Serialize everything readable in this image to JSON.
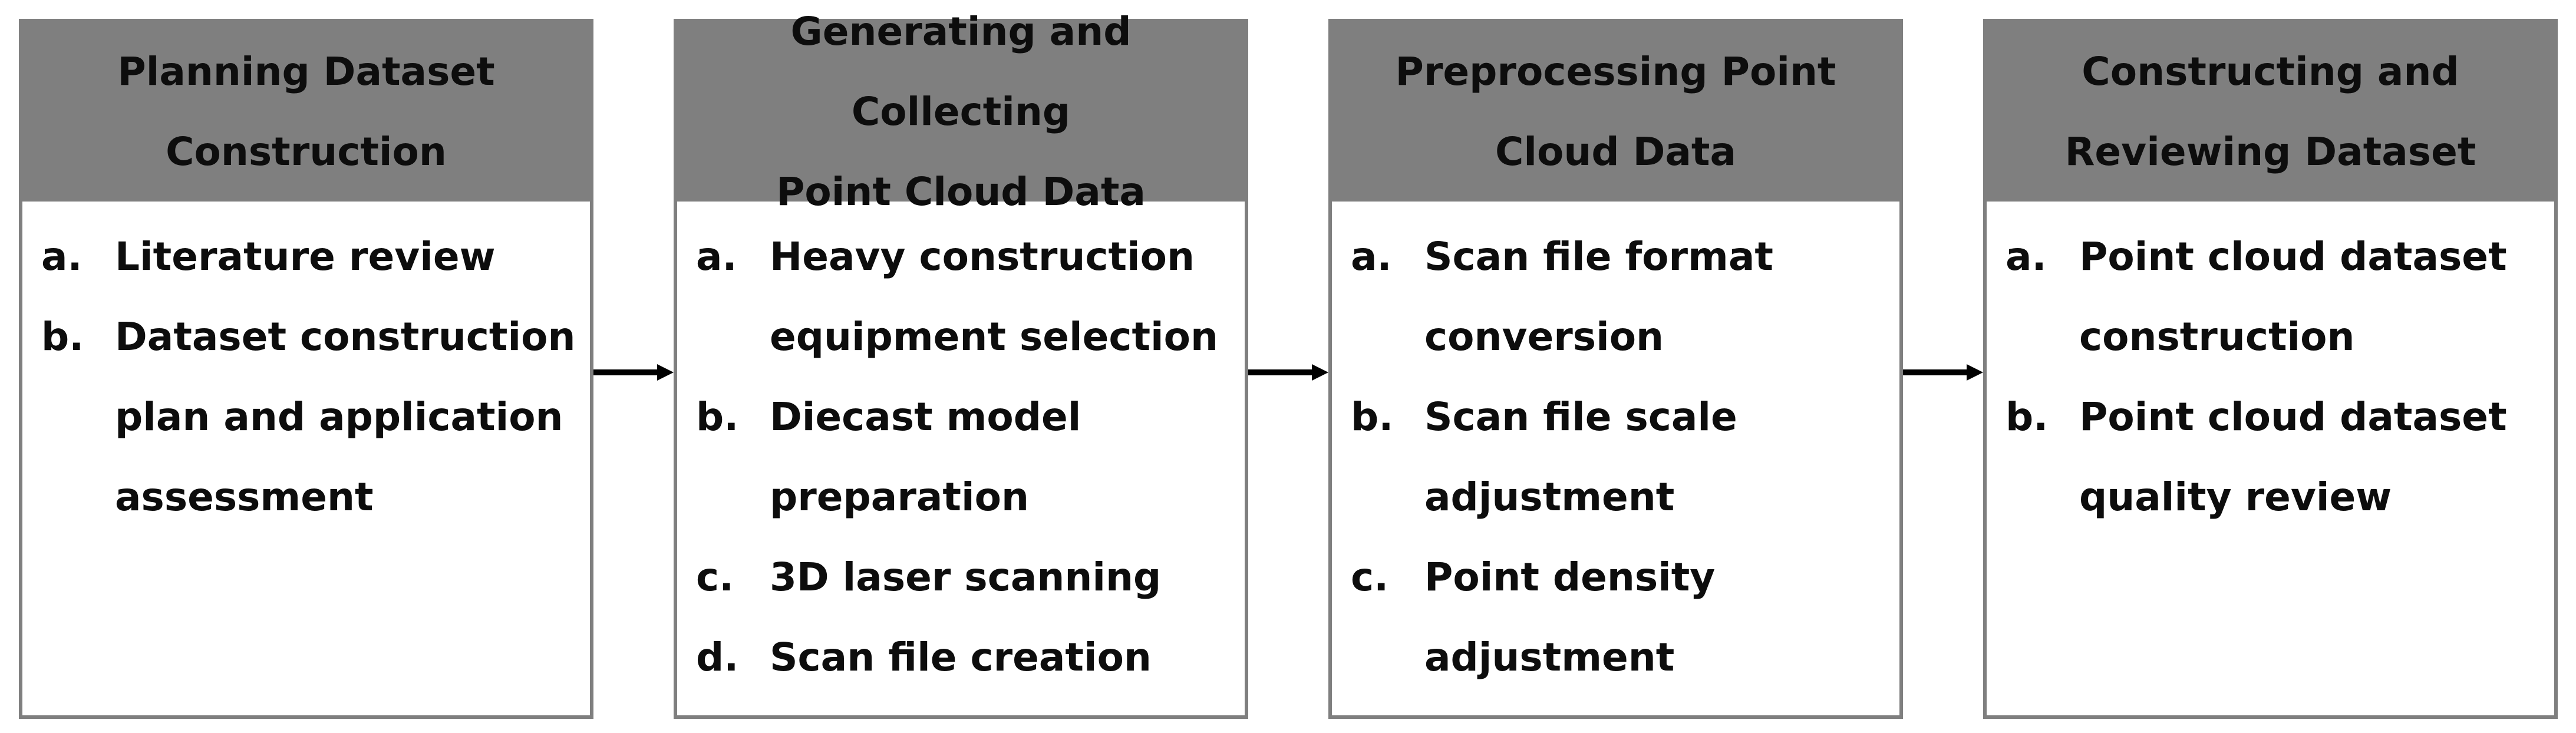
{
  "stages": [
    {
      "title": "Planning Dataset\nConstruction",
      "items": [
        {
          "marker": "a.",
          "text": "Literature review"
        },
        {
          "marker": "b.",
          "text": "Dataset construction\nplan and application\nassessment"
        }
      ]
    },
    {
      "title": "Generating and Collecting\nPoint Cloud Data",
      "items": [
        {
          "marker": "a.",
          "text": "Heavy construction\nequipment selection"
        },
        {
          "marker": "b.",
          "text": "Diecast model\npreparation"
        },
        {
          "marker": "c.",
          "text": "3D laser scanning"
        },
        {
          "marker": "d.",
          "text": "Scan file creation"
        }
      ]
    },
    {
      "title": "Preprocessing Point\nCloud Data",
      "items": [
        {
          "marker": "a.",
          "text": "Scan file format\nconversion"
        },
        {
          "marker": "b.",
          "text": "Scan file scale\nadjustment"
        },
        {
          "marker": "c.",
          "text": "Point density\nadjustment"
        }
      ]
    },
    {
      "title": "Constructing and\nReviewing Dataset",
      "items": [
        {
          "marker": "a.",
          "text": "Point cloud dataset\nconstruction"
        },
        {
          "marker": "b.",
          "text": "Point cloud dataset\nquality review"
        }
      ]
    }
  ],
  "colors": {
    "header_fill": "#7f7f7f",
    "border": "#7f7f7f",
    "text": "#0d0d0d",
    "arrow": "#000000"
  }
}
